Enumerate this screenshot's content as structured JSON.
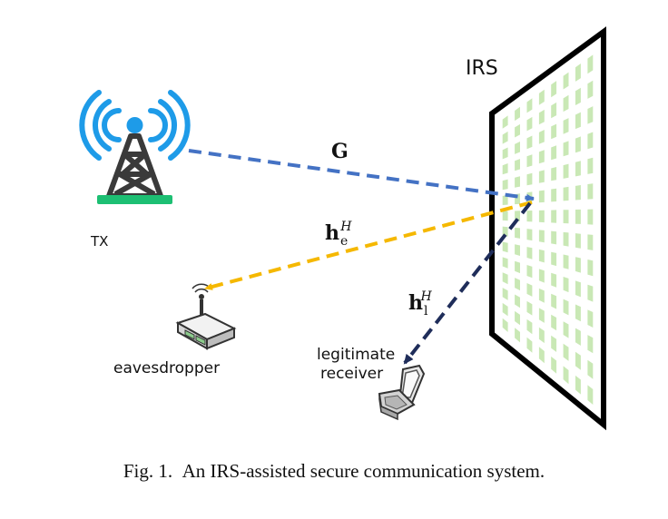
{
  "labels": {
    "irs": "IRS",
    "tx": "TX",
    "eavesdropper": "eavesdropper",
    "receiver_line1": "legitimate",
    "receiver_line2": "receiver"
  },
  "channels": {
    "g": {
      "symbol": "G",
      "color": "#4472C4"
    },
    "he": {
      "symbol": "h",
      "sub": "e",
      "sup": "H",
      "color": "#F5B800"
    },
    "hl": {
      "symbol": "h",
      "sub": "l",
      "sup": "H",
      "color": "#1F2D5A"
    }
  },
  "colors": {
    "tower_waves": "#1E9BE8",
    "tower_body": "#3A3A3A",
    "tower_base": "#1DBF73",
    "irs_elements": "#C9E8B5",
    "irs_frame": "#000000"
  },
  "icons": {
    "tower": "radio-tower-icon",
    "router": "wireless-router-icon",
    "phone": "flip-phone-icon"
  },
  "caption": {
    "prefix": "Fig. 1.",
    "text": "An IRS-assisted secure communication system."
  }
}
